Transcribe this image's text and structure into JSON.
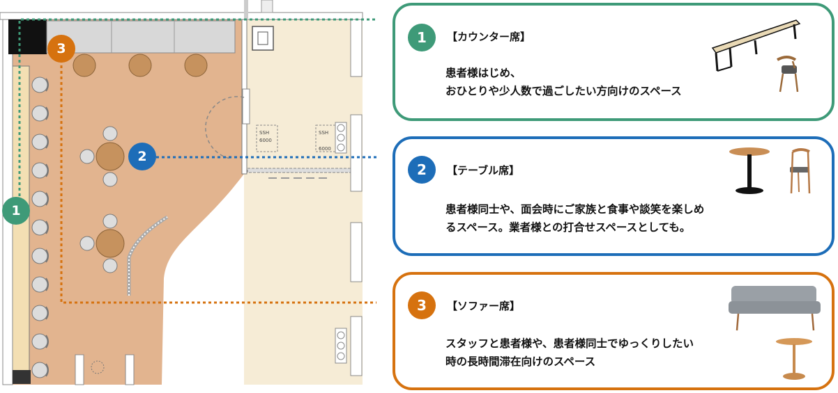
{
  "floorplan": {
    "markers": [
      {
        "number": "1",
        "color": "#3e9a78"
      },
      {
        "number": "2",
        "color": "#1d6db8"
      },
      {
        "number": "3",
        "color": "#d6720f"
      }
    ],
    "dimension_labels": [
      "SSH",
      "6000",
      "SSH",
      "6000"
    ],
    "floor_color": "#e2b48f",
    "window_room_color": "#f6ecd6"
  },
  "cards": [
    {
      "number": "1",
      "title": "【カウンター席】",
      "desc_line1": "患者様はじめ、",
      "desc_line2": "おひとりや少人数で過ごしたい方向けのスペース",
      "color": "#3e9a78"
    },
    {
      "number": "2",
      "title": "【テーブル席】",
      "desc_line1": "患者様同士や、面会時にご家族と食事や談笑を楽しめ",
      "desc_line2": "るスペース。業者様との打合せスペースとしても。",
      "color": "#1d6db8"
    },
    {
      "number": "3",
      "title": "【ソファー席】",
      "desc_line1": "スタッフと患者様や、患者様同士でゆっくりしたい",
      "desc_line2": "時の長時間滞在向けのスペース",
      "color": "#d6720f"
    }
  ]
}
